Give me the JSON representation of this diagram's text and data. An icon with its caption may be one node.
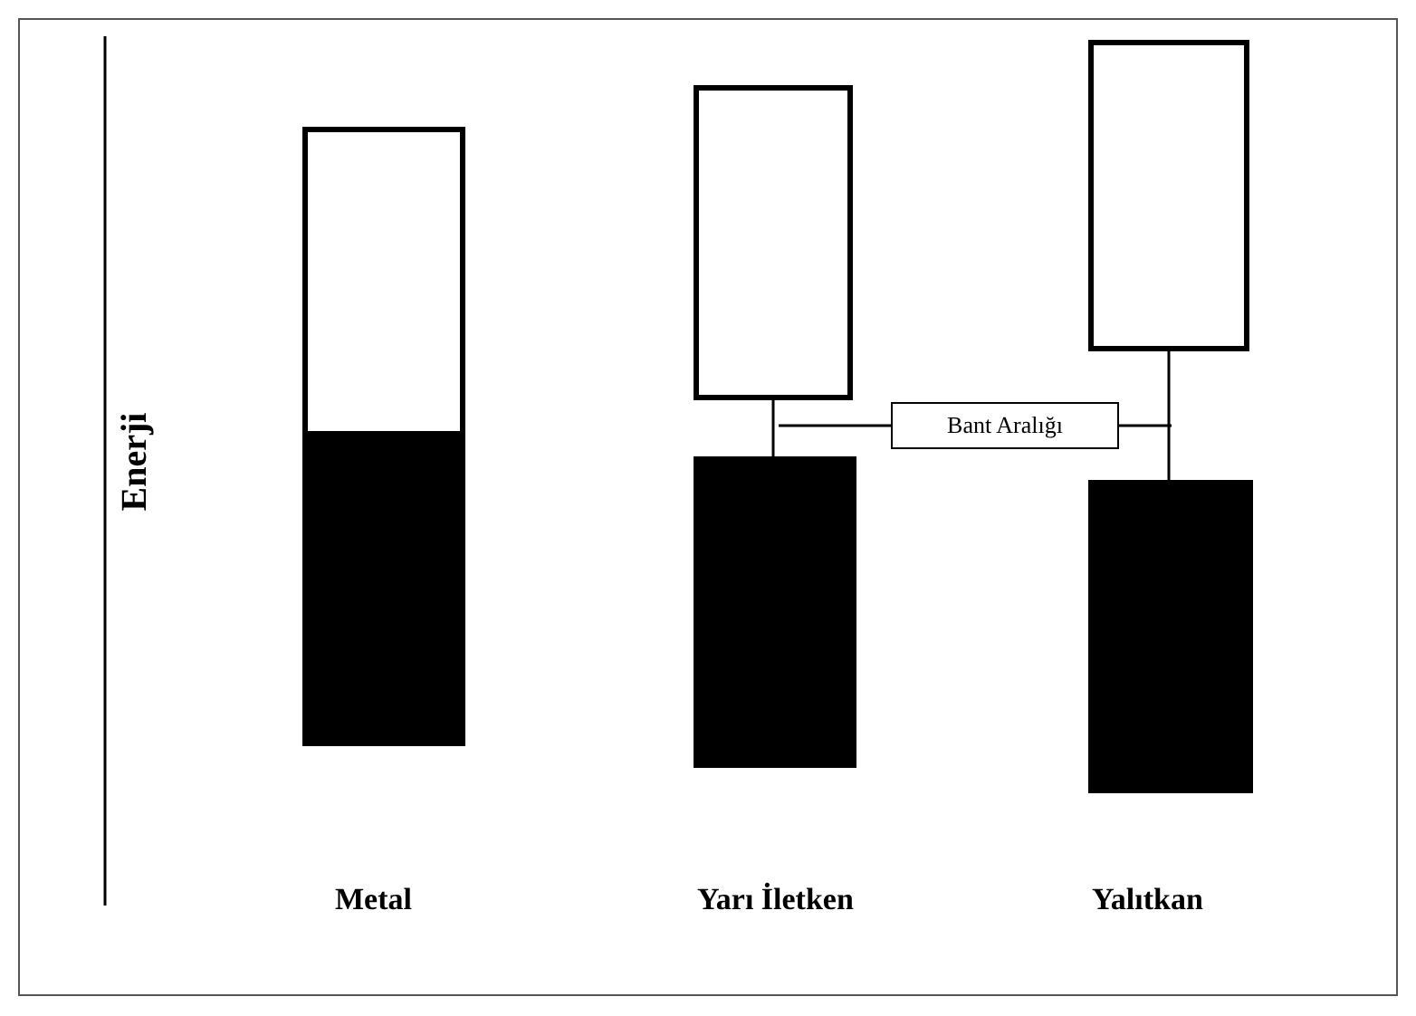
{
  "diagram": {
    "nodes": [
      {
        "text": [],
        "shape": "box"
      },
      {
        "text": [],
        "shape": "box"
      },
      {
        "text": [],
        "shape": "box"
      },
      {
        "text": [],
        "shape": "box"
      },
      {
        "text": [],
        "shape": "box"
      },
      {
        "text": [],
        "shape": "box"
      },
      {
        "text": [
          "Bant Aralığı"
        ]
      }
    ],
    "edges": [
      {
        "from": 6,
        "to": null,
        "arrow": "none"
      },
      {
        "from": 6,
        "to": null,
        "arrow": "none"
      },
      {
        "from": 2,
        "to": 3,
        "arrow": "none"
      },
      {
        "from": 4,
        "to": 5,
        "arrow": "none"
      }
    ],
    "labels": [
      "Enerji",
      "Metal",
      "Yarı İletken",
      "Yalıtkan"
    ]
  }
}
